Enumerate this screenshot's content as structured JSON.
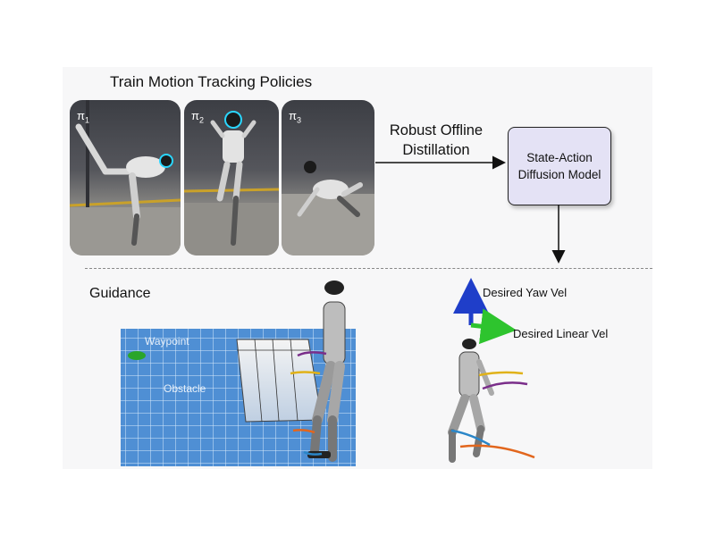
{
  "top": {
    "title": "Train Motion Tracking Policies",
    "policies": [
      {
        "symbol": "π",
        "index": "1"
      },
      {
        "symbol": "π",
        "index": "2"
      },
      {
        "symbol": "π",
        "index": "3"
      }
    ],
    "arrow_label_line1": "Robust Offline",
    "arrow_label_line2": "Distillation",
    "model_line1": "State-Action",
    "model_line2": "Diffusion Model"
  },
  "bottom": {
    "guidance_label": "Guidance",
    "waypoint_label": "Waypoint",
    "obstacle_label": "Obstacle",
    "yaw_vel_label": "Desired Yaw Vel",
    "linear_vel_label": "Desired Linear Vel"
  },
  "colors": {
    "model_fill": "#e4e2f5",
    "floor_blue": "#4f8fd4",
    "yaw_arrow": "#1f3ec9",
    "linear_arrow": "#2ec42e",
    "waypoint": "#2aa52a",
    "trajectory_purple": "#7a2e8a",
    "trajectory_yellow": "#e0b21a",
    "trajectory_orange": "#e2661d",
    "trajectory_blue": "#2a86c8"
  }
}
